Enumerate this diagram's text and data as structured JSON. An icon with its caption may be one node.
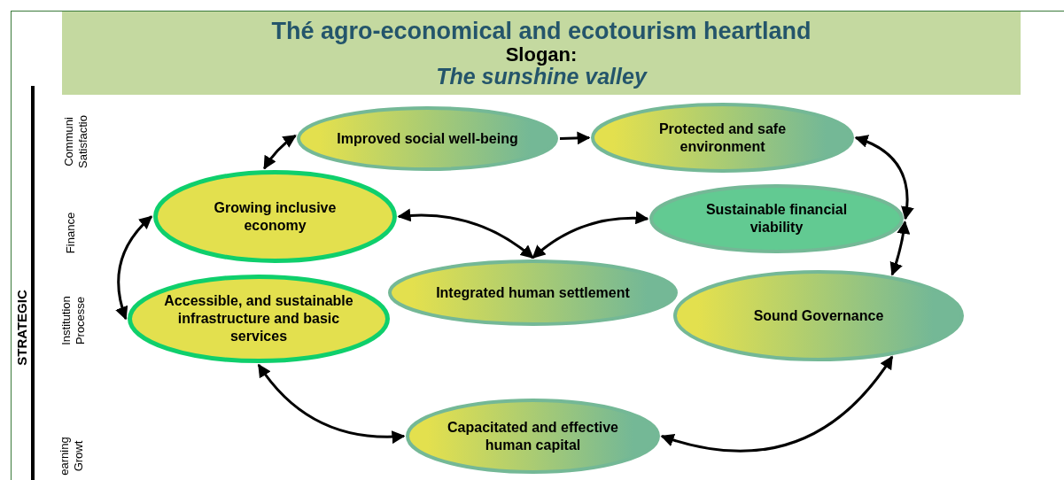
{
  "diagram": {
    "nodes": [
      {
        "text": [
          "Thé agro-economical and ecotourism heartland",
          "Slogan:",
          "The sunshine valley"
        ]
      },
      {
        "text": [
          "Improved social well-being"
        ]
      },
      {
        "text": [
          "Protected and safe environment"
        ]
      },
      {
        "text": [
          "Growing inclusive economy"
        ]
      },
      {
        "text": [
          "Sustainable financial viability"
        ]
      },
      {
        "text": [
          "Integrated human settlement"
        ]
      },
      {
        "text": [
          "Accessible, and sustainable infrastructure and basic services"
        ]
      },
      {
        "text": [
          "Sound Governance"
        ]
      },
      {
        "text": [
          "Capacitated and effective human capital"
        ]
      }
    ],
    "edges": [
      {
        "from": 1,
        "to": 2,
        "arrow": "to"
      },
      {
        "from": 1,
        "to": 3,
        "arrow": "both"
      },
      {
        "from": 2,
        "to": 4,
        "arrow": "both"
      },
      {
        "from": 3,
        "to": 6,
        "arrow": "both"
      },
      {
        "from": 3,
        "to": 5,
        "arrow": "both"
      },
      {
        "from": 4,
        "to": 5,
        "arrow": "both"
      },
      {
        "from": 4,
        "to": 7,
        "arrow": "both"
      },
      {
        "from": 6,
        "to": 8,
        "arrow": "both"
      },
      {
        "from": 8,
        "to": 7,
        "arrow": "both"
      }
    ],
    "labels": [
      "STRATEGIC",
      "Communi Satisfactio",
      "Finance",
      "Institution Processe",
      "earning Growt"
    ]
  }
}
